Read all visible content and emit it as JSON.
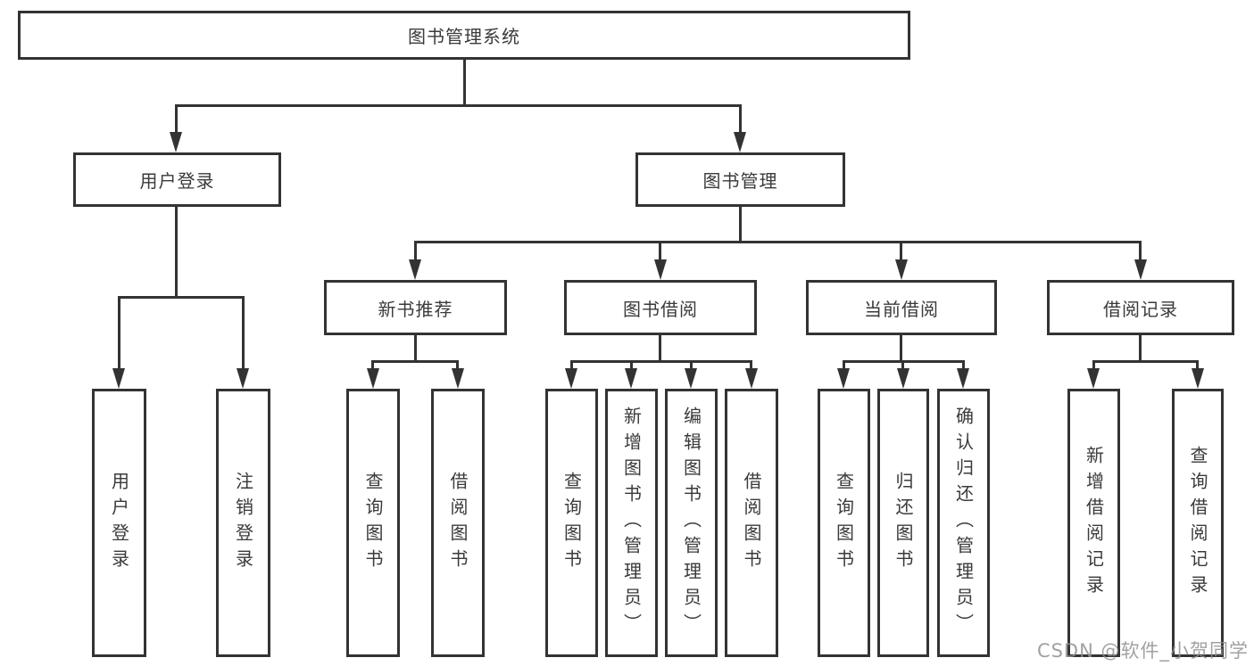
{
  "nodes": {
    "root": "图书管理系统",
    "user_login": "用户登录",
    "book_management": "图书管理",
    "new_book_recommend": "新书推荐",
    "book_borrow": "图书借阅",
    "current_borrow": "当前借阅",
    "borrow_records": "借阅记录",
    "leaf_user_login": "用户登录",
    "leaf_logout_login": "注销登录",
    "nb_query_books": "查询图书",
    "nb_borrow_books": "借阅图书",
    "bb_query_books": "查询图书",
    "bb_add_books": "新增图书（管理员）",
    "bb_edit_books": "编辑图书（管理员）",
    "bb_borrow_books": "借阅图书",
    "cb_query_books": "查询图书",
    "cb_return_books": "归还图书",
    "cb_confirm_return": "确认归还（管理员）",
    "br_add_record": "新增借阅记录",
    "br_query_record": "查询借阅记录"
  },
  "watermark": "CSDN @软件_小贺同学",
  "colors": {
    "line": "#333333",
    "text": "#3a3a3a",
    "background": "#ffffff",
    "watermark": "#919191"
  }
}
